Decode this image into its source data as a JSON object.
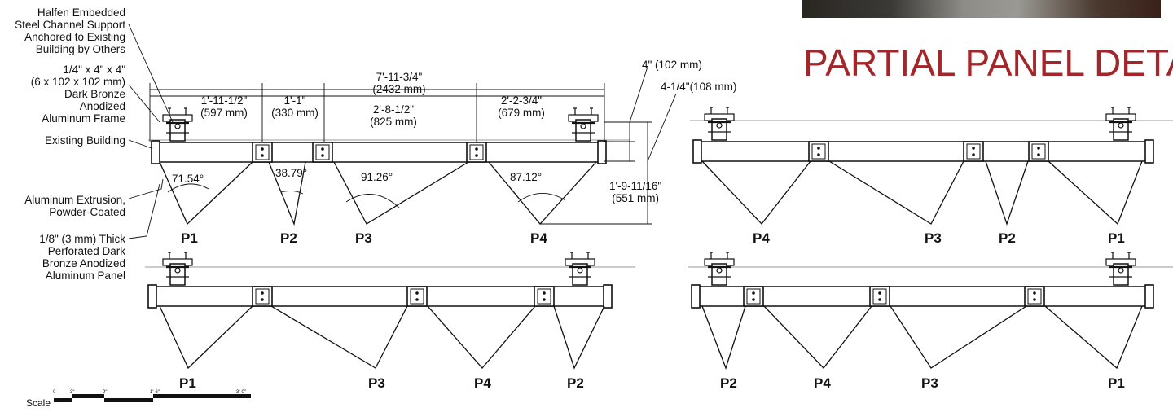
{
  "title": "PARTIAL PANEL DETAIL",
  "accent_color": "#a3262a",
  "labels": {
    "halfen": [
      "Halfen Embedded",
      "Steel Channel Support",
      "Anchored to Existing",
      "Building by Others"
    ],
    "frame": [
      "1/4\" x 4\" x 4\"",
      "(6 x 102 x 102 mm)",
      "Dark Bronze",
      "Anodized",
      "Aluminum Frame"
    ],
    "existing": "Existing Building",
    "extrusion": [
      "Aluminum Extrusion,",
      "Powder-Coated"
    ],
    "panel": [
      "1/8\" (3 mm) Thick",
      "Perforated Dark",
      "Bronze Anodized",
      "Aluminum Panel"
    ]
  },
  "dimensions": {
    "overall": [
      "7'-11-3/4\"",
      "(2432 mm)"
    ],
    "d1": [
      "1'-11-1/2\"",
      "(597 mm)"
    ],
    "d2": [
      "1'-1\"",
      "(330 mm)"
    ],
    "d3": [
      "2'-8-1/2\"",
      "(825 mm)"
    ],
    "d4": [
      "2'-2-3/4\"",
      "(679 mm)"
    ],
    "depth4": "4\" (102 mm)",
    "depth4q": "4-1/4\"(108 mm)",
    "height": [
      "1'-9-11/16\"",
      "(551 mm)"
    ]
  },
  "angles": [
    "71.54°",
    "38.79°",
    "91.26°",
    "87.12°"
  ],
  "panel_labels": {
    "tl": [
      "P1",
      "P2",
      "P3",
      "P4"
    ],
    "tr": [
      "P4",
      "P3",
      "P2",
      "P1"
    ],
    "bl": [
      "P1",
      "P3",
      "P4",
      "P2"
    ],
    "br": [
      "P2",
      "P4",
      "P3",
      "P1"
    ]
  },
  "scale": {
    "label": "Scale",
    "ticks": [
      "0",
      "3\"",
      "9\"",
      "1'-6\"",
      "3'-0\""
    ]
  }
}
